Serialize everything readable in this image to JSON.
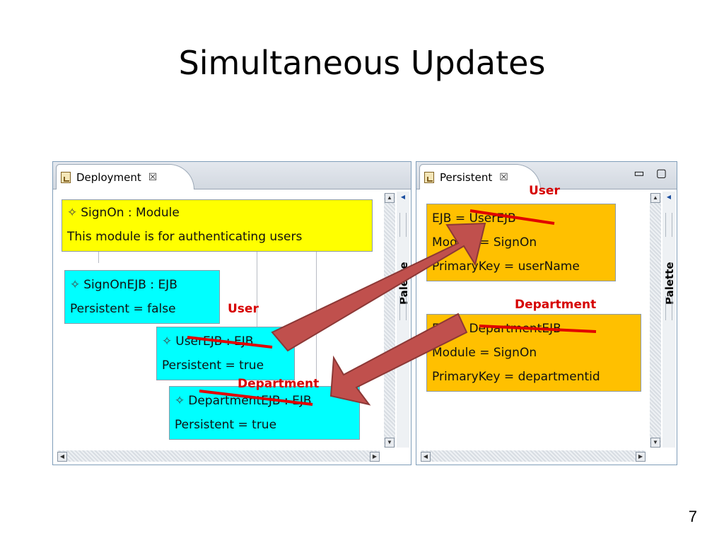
{
  "slide": {
    "title": "Simultaneous Updates",
    "page_number": "7"
  },
  "left_pane": {
    "tab_label": "Deployment",
    "close_glyph": "☒",
    "palette_label": "Palette",
    "module": {
      "line1": "SignOn : Module",
      "line2": "This module is for authenticating users"
    },
    "ejbs": [
      {
        "line1": "SignOnEJB : EJB",
        "line2": "Persistent = false"
      },
      {
        "line1": "UserEJB : EJB",
        "line2": "Persistent = true"
      },
      {
        "line1": "DepartmentEJB : EJB",
        "line2": "Persistent = true"
      }
    ]
  },
  "right_pane": {
    "tab_label": "Persistent",
    "close_glyph": "☒",
    "window_buttons": "▭ ▢",
    "palette_label": "Palette",
    "entities": [
      {
        "line1": "EJB = UserEJB",
        "line2": "Module = SignOn",
        "line3": "PrimaryKey = userName"
      },
      {
        "line1": "EJB = DepartmentEJB",
        "line2": "Module = SignOn",
        "line3": "PrimaryKey = departmentid"
      }
    ]
  },
  "annotations": {
    "user_right": "User",
    "department_right": "Department",
    "user_left": "User",
    "department_left": "Department"
  },
  "colors": {
    "module_fill": "#ffff00",
    "ejb_fill": "#00ffff",
    "entity_fill": "#ffc000",
    "arrow_fill": "#c0504d",
    "strike_red": "#e00000"
  },
  "icons": {
    "diamond": "✧",
    "doc": "doc-icon"
  }
}
